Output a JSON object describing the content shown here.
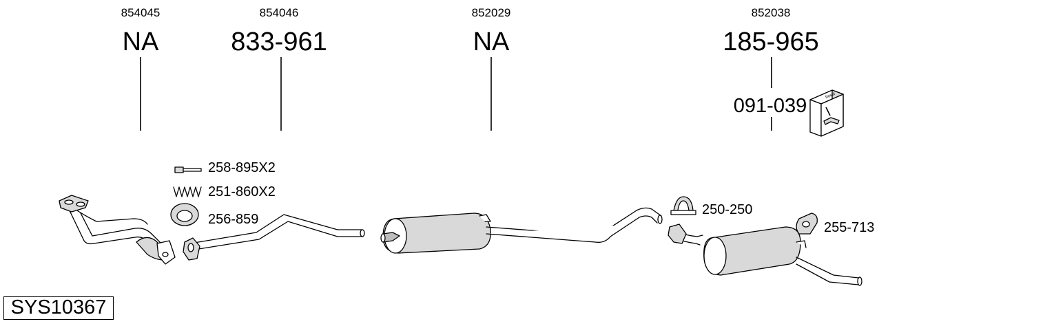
{
  "columns": [
    {
      "ref": "854045",
      "code": "NA"
    },
    {
      "ref": "854046",
      "code": "833-961"
    },
    {
      "ref": "852029",
      "code": "NA"
    },
    {
      "ref": "852038",
      "code": "185-965"
    }
  ],
  "box_part": "091-039",
  "box_brand": "bosal",
  "accessories": [
    {
      "label": "258-895X2"
    },
    {
      "label": "251-860X2"
    },
    {
      "label": "256-859"
    },
    {
      "label": "250-250"
    },
    {
      "label": "255-713"
    }
  ],
  "system_code": "SYS10367"
}
